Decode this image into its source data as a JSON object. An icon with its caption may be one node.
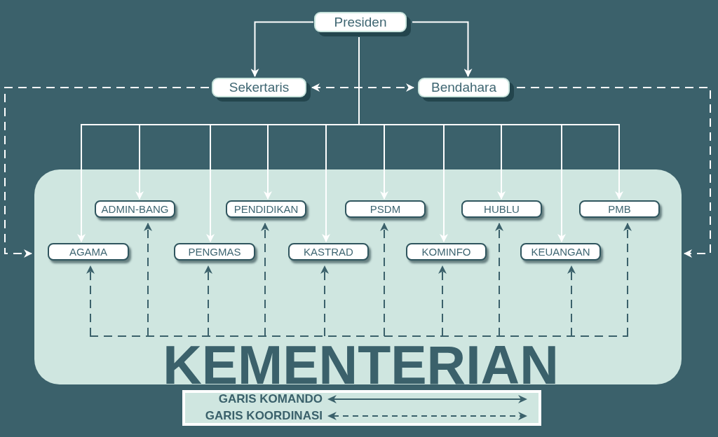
{
  "diagram": {
    "nodes": [
      {
        "text": [
          "Presiden"
        ]
      },
      {
        "text": [
          "Sekertaris"
        ]
      },
      {
        "text": [
          "Bendahara"
        ]
      },
      {
        "text": [
          "KEMENTERIAN"
        ]
      },
      {
        "text": [
          "ADMIN-BANG"
        ],
        "in": 3
      },
      {
        "text": [
          "PENDIDIKAN"
        ],
        "in": 3
      },
      {
        "text": [
          "PSDM"
        ],
        "in": 3
      },
      {
        "text": [
          "HUBLU"
        ],
        "in": 3
      },
      {
        "text": [
          "PMB"
        ],
        "in": 3
      },
      {
        "text": [
          "AGAMA"
        ],
        "in": 3
      },
      {
        "text": [
          "PENGMAS"
        ],
        "in": 3
      },
      {
        "text": [
          "KASTRAD"
        ],
        "in": 3
      },
      {
        "text": [
          "KOMINFO"
        ],
        "in": 3
      },
      {
        "text": [
          "KEUANGAN"
        ],
        "in": 3
      }
    ],
    "edges": [
      {
        "from": 0,
        "to": 1,
        "arrow": "to"
      },
      {
        "from": 0,
        "to": 2,
        "arrow": "to"
      },
      {
        "from": 1,
        "to": 2,
        "arrow": "both",
        "style": "dashed"
      },
      {
        "from": 1,
        "to": 3,
        "arrow": "to",
        "style": "dashed"
      },
      {
        "from": 2,
        "to": 3,
        "arrow": "to",
        "style": "dashed"
      },
      {
        "from": 0,
        "to": 4,
        "arrow": "to"
      },
      {
        "from": 0,
        "to": 5,
        "arrow": "to"
      },
      {
        "from": 0,
        "to": 6,
        "arrow": "to"
      },
      {
        "from": 0,
        "to": 7,
        "arrow": "to"
      },
      {
        "from": 0,
        "to": 8,
        "arrow": "to"
      },
      {
        "from": 0,
        "to": 9,
        "arrow": "to"
      },
      {
        "from": 0,
        "to": 10,
        "arrow": "to"
      },
      {
        "from": 0,
        "to": 11,
        "arrow": "to"
      },
      {
        "from": 0,
        "to": 12,
        "arrow": "to"
      },
      {
        "from": 0,
        "to": 13,
        "arrow": "to"
      },
      {
        "from": null,
        "to": 4,
        "arrow": "to",
        "style": "dashed",
        "color": "#3b616b"
      },
      {
        "from": null,
        "to": 5,
        "arrow": "to",
        "style": "dashed",
        "color": "#3b616b"
      },
      {
        "from": null,
        "to": 6,
        "arrow": "to",
        "style": "dashed",
        "color": "#3b616b"
      },
      {
        "from": null,
        "to": 7,
        "arrow": "to",
        "style": "dashed",
        "color": "#3b616b"
      },
      {
        "from": null,
        "to": 8,
        "arrow": "to",
        "style": "dashed",
        "color": "#3b616b"
      },
      {
        "from": null,
        "to": 9,
        "arrow": "to",
        "style": "dashed",
        "color": "#3b616b"
      },
      {
        "from": null,
        "to": 10,
        "arrow": "to",
        "style": "dashed",
        "color": "#3b616b"
      },
      {
        "from": null,
        "to": 11,
        "arrow": "to",
        "style": "dashed",
        "color": "#3b616b"
      },
      {
        "from": null,
        "to": 12,
        "arrow": "to",
        "style": "dashed",
        "color": "#3b616b"
      },
      {
        "from": null,
        "to": 13,
        "arrow": "to",
        "style": "dashed",
        "color": "#3b616b"
      }
    ],
    "legend": [
      {
        "text": "GARIS KOMANDO"
      },
      {
        "text": "GARIS KOORDINASI"
      }
    ]
  }
}
